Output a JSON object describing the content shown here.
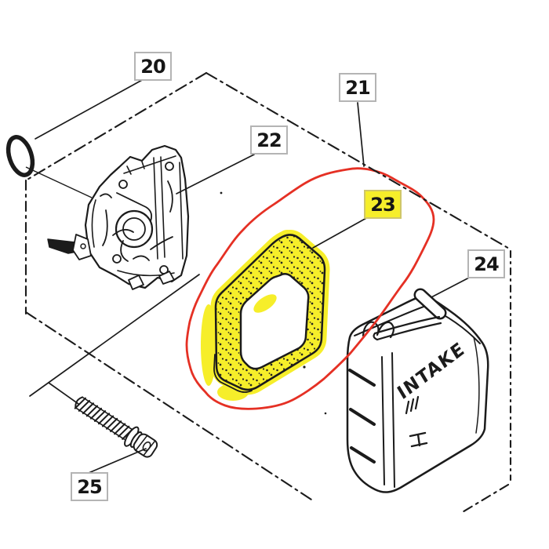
{
  "diagram": {
    "kind": "exploded parts diagram",
    "labels": {
      "p20": "20",
      "p21": "21",
      "p22": "22",
      "p23": "23",
      "p24": "24",
      "p25": "25"
    },
    "cover": {
      "intake_text": "INTAKE",
      "h_mark": "H"
    },
    "colors": {
      "line_black": "#1b1b1b",
      "selection_red": "#e53024",
      "highlight_yellow": "#f6ee2a",
      "label_border_gray": "#b4b4b4"
    }
  }
}
